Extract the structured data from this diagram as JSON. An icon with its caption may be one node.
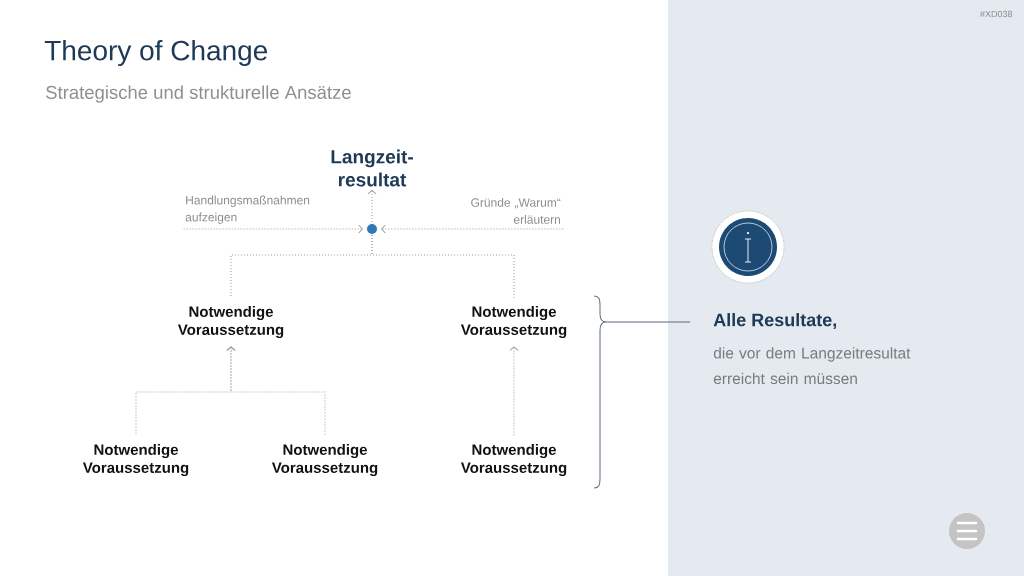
{
  "diagram": {
    "title": "Theory of Change",
    "nodes": [
      {
        "text": [
          "Langzeit- resultat"
        ]
      },
      {
        "text": [
          "Handlungsmaßnahmen aufzeigen"
        ]
      },
      {
        "text": [
          "Gründe „Warum“ erläutern"
        ]
      },
      {
        "text": [],
        "shape": "circle"
      },
      {
        "text": [
          "Notwendige Voraussetzung"
        ]
      },
      {
        "text": [
          "Notwendige Voraussetzung"
        ]
      },
      {
        "text": [
          "Notwendige Voraussetzung"
        ]
      },
      {
        "text": [
          "Notwendige Voraussetzung"
        ]
      },
      {
        "text": [
          "Notwendige Voraussetzung"
        ]
      }
    ],
    "edges": [
      {
        "from": 1,
        "to": 3,
        "arrow": "to"
      },
      {
        "from": 2,
        "to": 3,
        "arrow": "to"
      },
      {
        "from": 3,
        "to": 0,
        "arrow": "to"
      },
      {
        "from": 4,
        "to": 3,
        "arrow": "none"
      },
      {
        "from": 5,
        "to": 3,
        "arrow": "none"
      },
      {
        "from": 6,
        "to": 4,
        "arrow": "to"
      },
      {
        "from": 7,
        "to": 4,
        "arrow": "to"
      },
      {
        "from": 8,
        "to": 5,
        "arrow": "to"
      }
    ],
    "labels": [
      "#XD038",
      "Strategische und strukturelle Ansätze",
      "Alle Resultate,",
      "die vor dem Langzeitresultat erreicht sein müssen"
    ]
  }
}
